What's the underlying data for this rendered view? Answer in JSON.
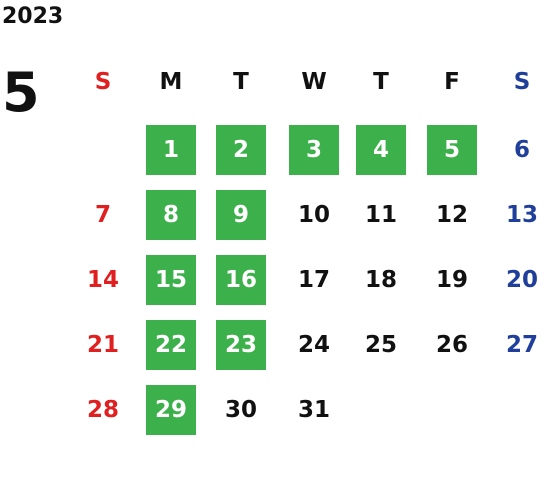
{
  "year": "2023",
  "month": "5",
  "weekdays": [
    "S",
    "M",
    "T",
    "W",
    "T",
    "F",
    "S"
  ],
  "colors": {
    "sunday": "#e02020",
    "saturday": "#1f3f9a",
    "weekday": "#111111",
    "highlight_bg": "#3cb04a",
    "highlight_fg": "#ffffff"
  },
  "days": [
    {
      "d": "1",
      "col": 1,
      "row": 0,
      "hl": true
    },
    {
      "d": "2",
      "col": 2,
      "row": 0,
      "hl": true
    },
    {
      "d": "3",
      "col": 3,
      "row": 0,
      "hl": true
    },
    {
      "d": "4",
      "col": 4,
      "row": 0,
      "hl": true
    },
    {
      "d": "5",
      "col": 5,
      "row": 0,
      "hl": true
    },
    {
      "d": "6",
      "col": 6,
      "row": 0,
      "hl": false
    },
    {
      "d": "7",
      "col": 0,
      "row": 1,
      "hl": false
    },
    {
      "d": "8",
      "col": 1,
      "row": 1,
      "hl": true
    },
    {
      "d": "9",
      "col": 2,
      "row": 1,
      "hl": true
    },
    {
      "d": "10",
      "col": 3,
      "row": 1,
      "hl": false
    },
    {
      "d": "11",
      "col": 4,
      "row": 1,
      "hl": false
    },
    {
      "d": "12",
      "col": 5,
      "row": 1,
      "hl": false
    },
    {
      "d": "13",
      "col": 6,
      "row": 1,
      "hl": false
    },
    {
      "d": "14",
      "col": 0,
      "row": 2,
      "hl": false
    },
    {
      "d": "15",
      "col": 1,
      "row": 2,
      "hl": true
    },
    {
      "d": "16",
      "col": 2,
      "row": 2,
      "hl": true
    },
    {
      "d": "17",
      "col": 3,
      "row": 2,
      "hl": false
    },
    {
      "d": "18",
      "col": 4,
      "row": 2,
      "hl": false
    },
    {
      "d": "19",
      "col": 5,
      "row": 2,
      "hl": false
    },
    {
      "d": "20",
      "col": 6,
      "row": 2,
      "hl": false
    },
    {
      "d": "21",
      "col": 0,
      "row": 3,
      "hl": false
    },
    {
      "d": "22",
      "col": 1,
      "row": 3,
      "hl": true
    },
    {
      "d": "23",
      "col": 2,
      "row": 3,
      "hl": true
    },
    {
      "d": "24",
      "col": 3,
      "row": 3,
      "hl": false
    },
    {
      "d": "25",
      "col": 4,
      "row": 3,
      "hl": false
    },
    {
      "d": "26",
      "col": 5,
      "row": 3,
      "hl": false
    },
    {
      "d": "27",
      "col": 6,
      "row": 3,
      "hl": false
    },
    {
      "d": "28",
      "col": 0,
      "row": 4,
      "hl": false
    },
    {
      "d": "29",
      "col": 1,
      "row": 4,
      "hl": true
    },
    {
      "d": "30",
      "col": 2,
      "row": 4,
      "hl": false
    },
    {
      "d": "31",
      "col": 3,
      "row": 4,
      "hl": false
    }
  ]
}
